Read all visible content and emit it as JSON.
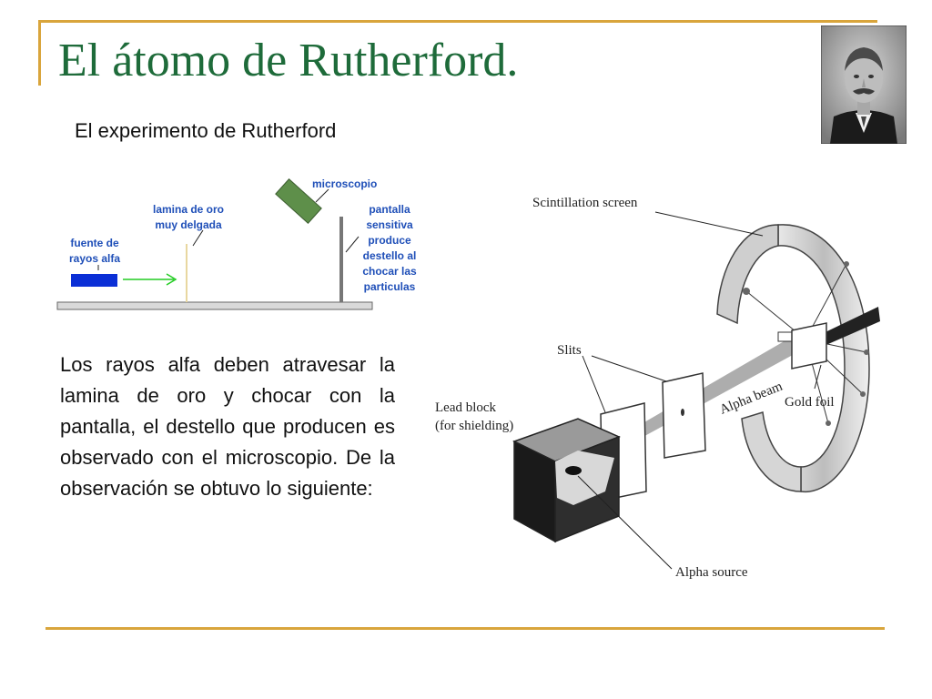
{
  "slide": {
    "title": "El átomo de Rutherford.",
    "subtitle": "El experimento de Rutherford",
    "body": "Los rayos alfa deben atravesar la lamina de oro y chocar con la pantalla, el destello que producen es observado con el microscopio. De la observación se obtuvo lo siguiente:"
  },
  "left_diagram": {
    "labels": {
      "microscope": "microscopio",
      "foil_line1": "lamina de oro",
      "foil_line2": "muy delgada",
      "source_line1": "fuente de",
      "source_line2": "rayos alfa",
      "screen_line1": "pantalla",
      "screen_line2": "sensitiva",
      "screen_line3": "produce",
      "screen_line4": "destello al",
      "screen_line5": "chocar las",
      "screen_line6": "particulas"
    }
  },
  "right_diagram": {
    "labels": {
      "screen": "Scintillation screen",
      "slits": "Slits",
      "lead_line1": "Lead block",
      "lead_line2": "(for shielding)",
      "beam": "Alpha beam",
      "gold": "Gold foil",
      "source": "Alpha source"
    }
  },
  "colors": {
    "title": "#1e6b3a",
    "rule": "#d9a53c",
    "label_blue": "#1f4fb8",
    "source_block": "#0b2fd6",
    "arrow": "#22cc22",
    "microscope": "#5e8f4a"
  },
  "icons": {
    "portrait": "rutherford-portrait"
  }
}
